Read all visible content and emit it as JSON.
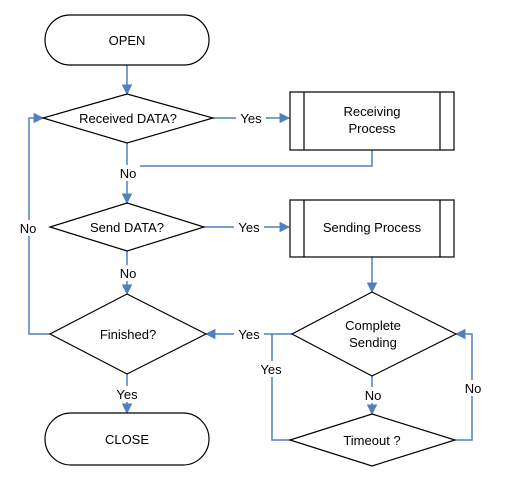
{
  "nodes": {
    "open": "OPEN",
    "received": "Received DATA?",
    "receiving_1": "Receiving",
    "receiving_2": "Process",
    "send": "Send DATA?",
    "sending": "Sending Process",
    "finished": "Finished?",
    "complete_1": "Complete",
    "complete_2": "Sending",
    "timeout": "Timeout ?",
    "close": "CLOSE"
  },
  "edges": {
    "received_yes": "Yes",
    "received_no": "No",
    "send_yes": "Yes",
    "send_no": "No",
    "finished_yes": "Yes",
    "finished_no": "No",
    "complete_yes_finished": "Yes",
    "timeout_yes": "Yes",
    "complete_no": "No",
    "timeout_no": "No"
  },
  "colors": {
    "connector": "#4f81bd",
    "outline": "#000000"
  }
}
